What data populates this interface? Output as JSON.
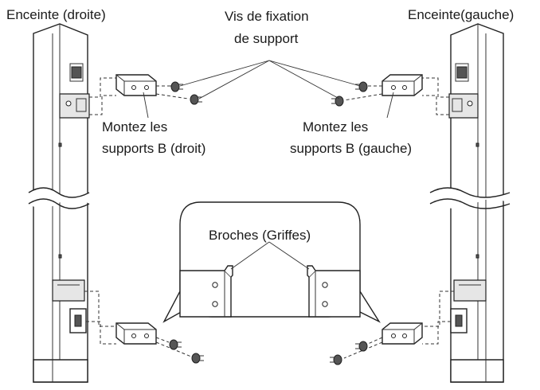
{
  "labels": {
    "speaker_right": "Enceinte (droite)",
    "speaker_left": "Enceinte(gauche)",
    "screws_line1": "Vis de fixation",
    "screws_line2": "de support",
    "mount_right_line1": "Montez les",
    "mount_right_line2": "supports B (droit)",
    "mount_left_line1": "Montez les",
    "mount_left_line2": "supports B (gauche)",
    "pins": "Broches (Griffes)"
  },
  "colors": {
    "line": "#222222",
    "shade": "#e6e6e6",
    "background": "#ffffff"
  }
}
